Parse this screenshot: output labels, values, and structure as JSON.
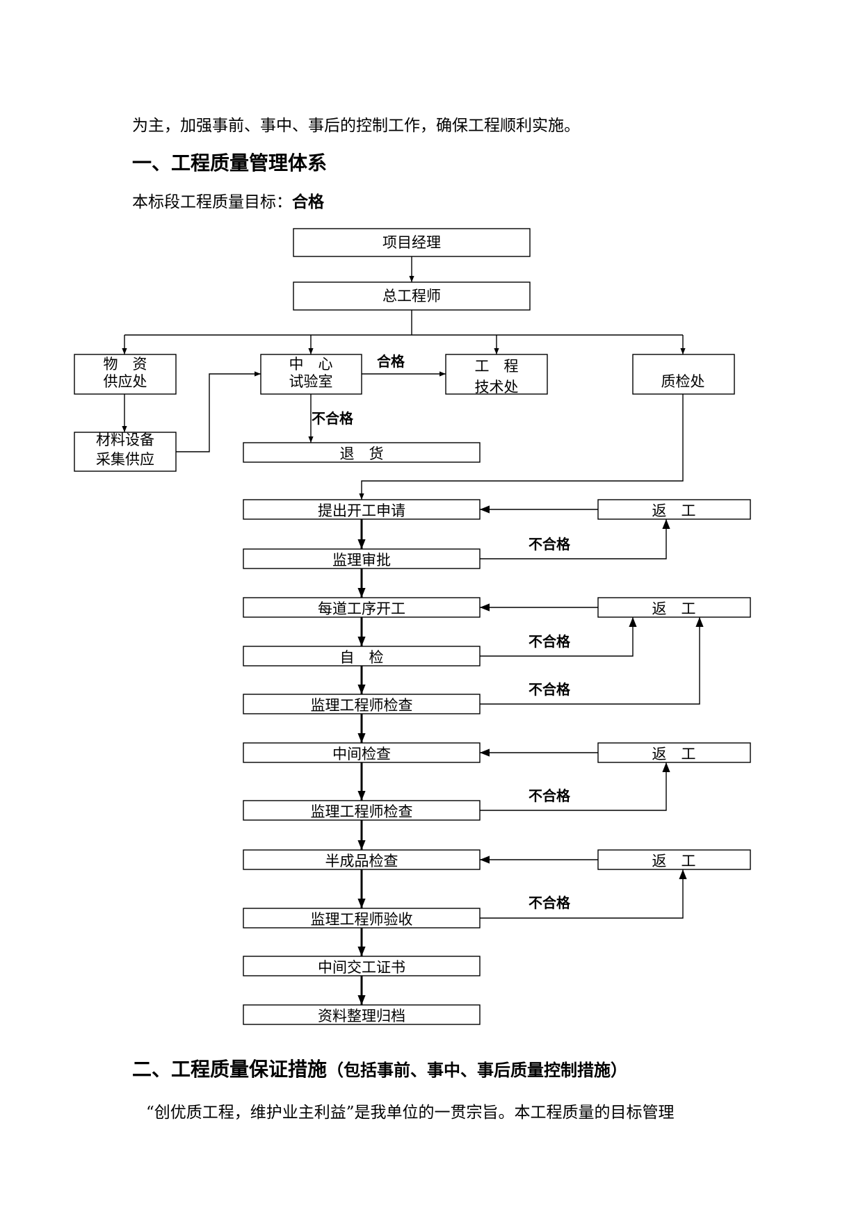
{
  "intro_line": "为主，加强事前、事中、事后的控制工作，确保工程顺利实施。",
  "section1": {
    "title": "一、工程质量管理体系",
    "target_label": "本标段工程质量目标：",
    "target_value": "合格"
  },
  "flowchart": {
    "nodes": {
      "project_manager": "项目经理",
      "chief_engineer": "总工程师",
      "materials_1": "物　资",
      "materials_2": "供应处",
      "lab_1": "中　心",
      "lab_2": "试验室",
      "tech_1": "工　程",
      "tech_2": "技术处",
      "qc": "质检处",
      "procure_1": "材料设备",
      "procure_2": "采集供应",
      "return_goods": "退　货",
      "apply_start": "提出开工申请",
      "rework": "返　工",
      "supervisor_approve": "监理审批",
      "process_start": "每道工序开工",
      "self_check": "自　检",
      "engineer_check": "监理工程师检查",
      "mid_check": "中间检查",
      "semi_check": "半成品检查",
      "engineer_accept": "监理工程师验收",
      "mid_certificate": "中间交工证书",
      "archive": "资料整理归档"
    },
    "labels": {
      "pass": "合格",
      "fail": "不合格"
    }
  },
  "section2": {
    "title": "二、工程质量保证措施",
    "subtitle": "（包括事前、事中、事后质量控制措施）",
    "paragraph": "“创优质工程，维护业主利益”是我单位的一贯宗旨。本工程质量的目标管理"
  }
}
